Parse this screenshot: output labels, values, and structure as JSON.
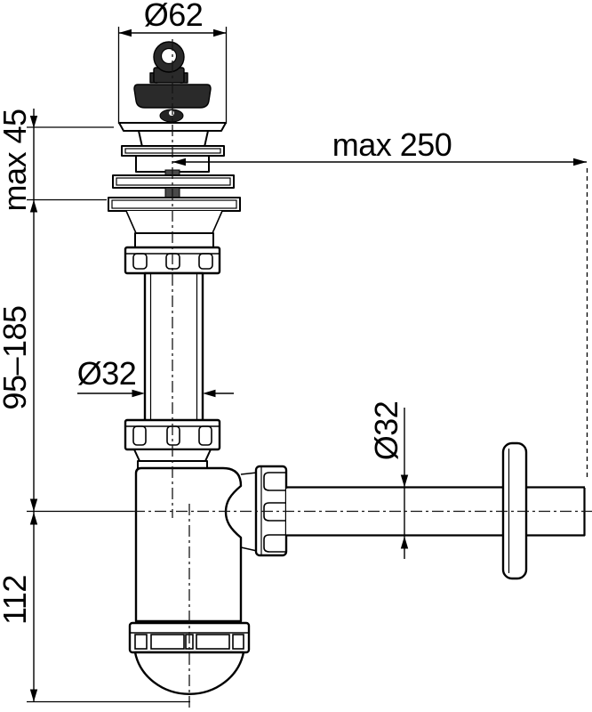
{
  "drawing": {
    "labels": {
      "plug_diameter": "Ø62",
      "sink_thickness_max": "max 45",
      "wall_distance_max": "max 250",
      "inlet_height_range": "95–185",
      "inlet_diameter": "Ø32",
      "outlet_diameter": "Ø32",
      "trap_height": "112"
    },
    "colors": {
      "line": "#000000",
      "background": "#ffffff",
      "plug_fill": "#2a2a2a"
    }
  }
}
